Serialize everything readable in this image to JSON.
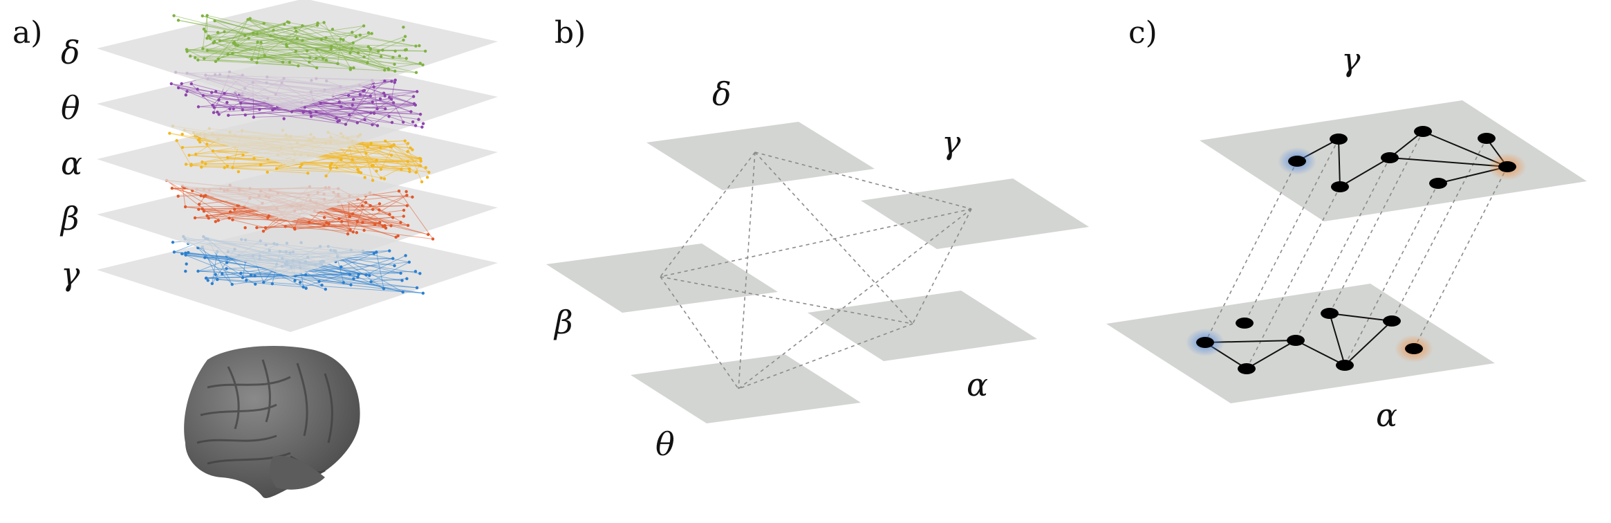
{
  "panels": {
    "a": {
      "label": "a)",
      "layer_labels": [
        "δ",
        "θ",
        "α",
        "β",
        "γ"
      ]
    },
    "b": {
      "label": "b)",
      "plane_labels": {
        "delta": "δ",
        "gamma": "γ",
        "beta": "β",
        "alpha": "α",
        "theta": "θ"
      }
    },
    "c": {
      "label": "c)",
      "top_label": "γ",
      "bottom_label": "α"
    }
  },
  "colors": {
    "delta": "#7fb241",
    "theta": "#8e44ad",
    "alpha": "#f2b71f",
    "beta": "#e2582a",
    "gamma": "#2a7fd0",
    "plane": "#dcdcdc",
    "highlight_blue": "#4d86e0",
    "highlight_orange": "#ef8a3c",
    "brain": "#6b6b6b"
  }
}
